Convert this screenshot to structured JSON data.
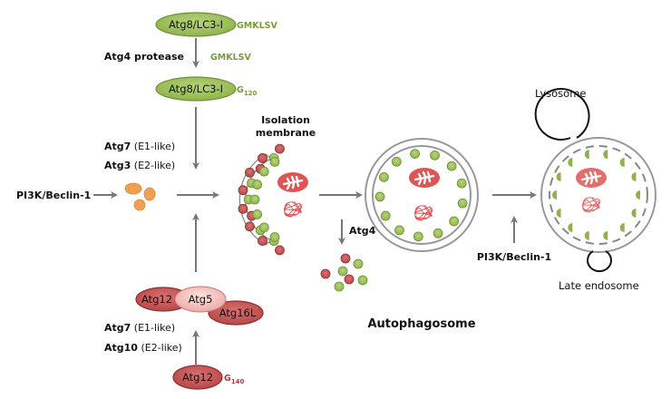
{
  "colors": {
    "green_fill": "#9cbf5b",
    "green_stroke": "#6e9133",
    "green_text": "#7a9a3c",
    "red_fill": "#cd5c5c",
    "red_stroke": "#8e2f2f",
    "red_text": "#b23b3b",
    "pink_fill": "#f4c4c0",
    "orange_fill": "#f0a050",
    "arrow": "#777777"
  },
  "lc3_pathway": {
    "top_protein": "Atg8/LC3-I",
    "top_tail": "GMKLSV",
    "protease_label": "Atg4 protease",
    "cleaved_tail": "GMKLSV",
    "processed_protein": "Atg8/LC3-I",
    "processed_tail_letter": "G",
    "processed_tail_sub": "120"
  },
  "e_like_top": {
    "line1_bold": "Atg7",
    "line1_rest": " (E1-like)",
    "line2_bold": "Atg3",
    "line2_rest": " (E2-like)"
  },
  "left_input": "PI3K/Beclin-1",
  "isolation_membrane": {
    "line1": "Isolation",
    "line2": "membrane"
  },
  "complex": {
    "atg12": "Atg12",
    "atg5": "Atg5",
    "atg16l": "Atg16L"
  },
  "e_like_bottom": {
    "line1_bold": "Atg7",
    "line1_rest": " (E1-like)",
    "line2_bold": "Atg10",
    "line2_rest": " (E2-like)"
  },
  "atg12_precursor": {
    "protein": "Atg12",
    "tail_letter": "G",
    "tail_sub": "140"
  },
  "atg4_label": "Atg4",
  "autophagosome_label": "Autophagosome",
  "right_input": "PI3K/Beclin-1",
  "lysosome_label": "Lysosome",
  "late_endosome_label": "Late endosome"
}
